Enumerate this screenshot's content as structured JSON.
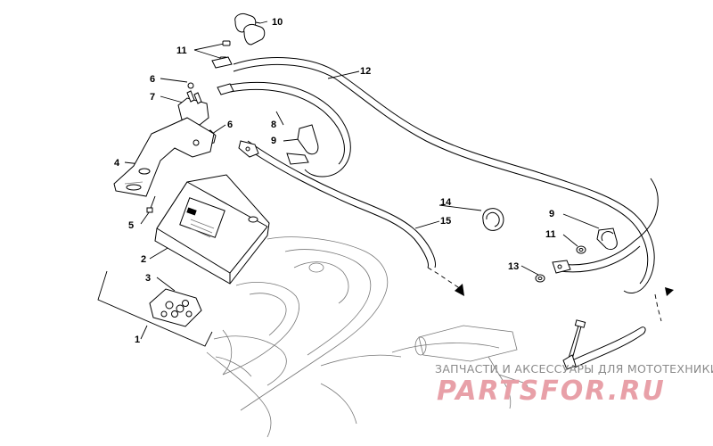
{
  "diagram": {
    "callouts": [
      {
        "id": "c10",
        "text": "10"
      },
      {
        "id": "c11a",
        "text": "11"
      },
      {
        "id": "c12",
        "text": "12"
      },
      {
        "id": "c6a",
        "text": "6"
      },
      {
        "id": "c7",
        "text": "7"
      },
      {
        "id": "c6b",
        "text": "6"
      },
      {
        "id": "c8",
        "text": "8"
      },
      {
        "id": "c9a",
        "text": "9"
      },
      {
        "id": "c4",
        "text": "4"
      },
      {
        "id": "c5",
        "text": "5"
      },
      {
        "id": "c2",
        "text": "2"
      },
      {
        "id": "c3",
        "text": "3"
      },
      {
        "id": "c1",
        "text": "1"
      },
      {
        "id": "c14",
        "text": "14"
      },
      {
        "id": "c15",
        "text": "15"
      },
      {
        "id": "c9b",
        "text": "9"
      },
      {
        "id": "c11b",
        "text": "11"
      },
      {
        "id": "c13",
        "text": "13"
      }
    ]
  },
  "watermark": {
    "tagline": "ЗАПЧАСТИ И АКСЕССУАРЫ ДЛЯ МОТОТЕХНИКИ",
    "logo": "PARTSFOR.RU",
    "logo_color": "#e8a0a8"
  }
}
